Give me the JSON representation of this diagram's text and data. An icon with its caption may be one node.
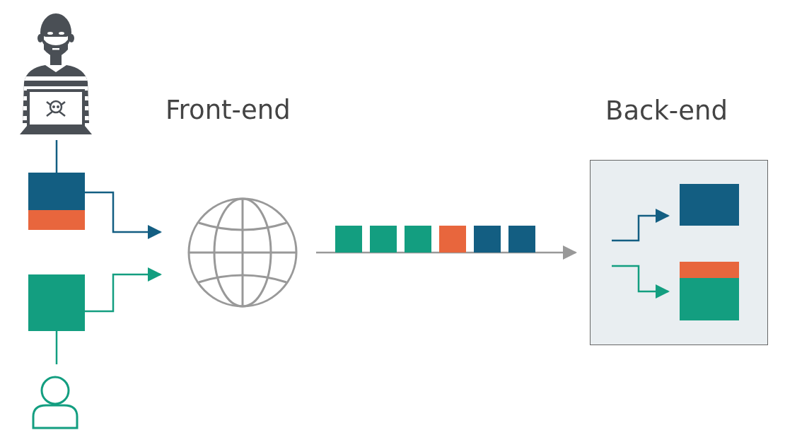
{
  "diagram": {
    "nodes": [
      {
        "text": [],
        "shape": "picture"
      },
      {
        "text": [],
        "shape": "box"
      },
      {
        "text": [],
        "shape": "box"
      },
      {
        "text": [],
        "shape": "person"
      },
      {
        "text": [],
        "shape": "picture"
      },
      {
        "text": [
          "Back-end"
        ]
      },
      {
        "text": [],
        "shape": "box",
        "in": 5
      },
      {
        "text": [],
        "shape": "box",
        "in": 5
      }
    ],
    "edges": [
      {
        "from": 0,
        "to": 1,
        "arrow": "none",
        "color": "#135e82"
      },
      {
        "from": 1,
        "to": 4,
        "arrow": "to",
        "color": "#135e82"
      },
      {
        "from": 3,
        "to": 2,
        "arrow": "none",
        "color": "#139e80"
      },
      {
        "from": 2,
        "to": 4,
        "arrow": "to",
        "color": "#139e80"
      },
      {
        "from": 4,
        "to": 5,
        "arrow": "to",
        "color": "#999999"
      },
      {
        "from": null,
        "to": 6,
        "arrow": "to",
        "color": "#135e82"
      },
      {
        "from": null,
        "to": 7,
        "arrow": "to",
        "color": "#139e80"
      }
    ],
    "labels": [
      "Front-end"
    ]
  }
}
